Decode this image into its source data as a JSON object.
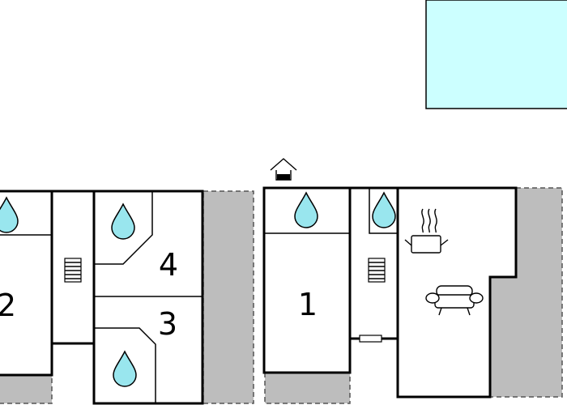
{
  "rooms": [
    {
      "id": "bedroom-1",
      "label": "1"
    },
    {
      "id": "bedroom-2",
      "label": "2"
    },
    {
      "id": "bedroom-3",
      "label": "3"
    },
    {
      "id": "bedroom-4",
      "label": "4"
    }
  ],
  "icons": {
    "bathroom": "water-drop-icon",
    "stairs": "stairs-icon",
    "kitchen": "cooking-pot-icon",
    "living": "sofa-icon",
    "entrance": "entrance-house-icon"
  },
  "colors": {
    "pool": "#ccffff",
    "water_drop": "#99e6ee",
    "terrace": "#bdbdbd",
    "wall": "#000000",
    "background": "#ffffff"
  }
}
